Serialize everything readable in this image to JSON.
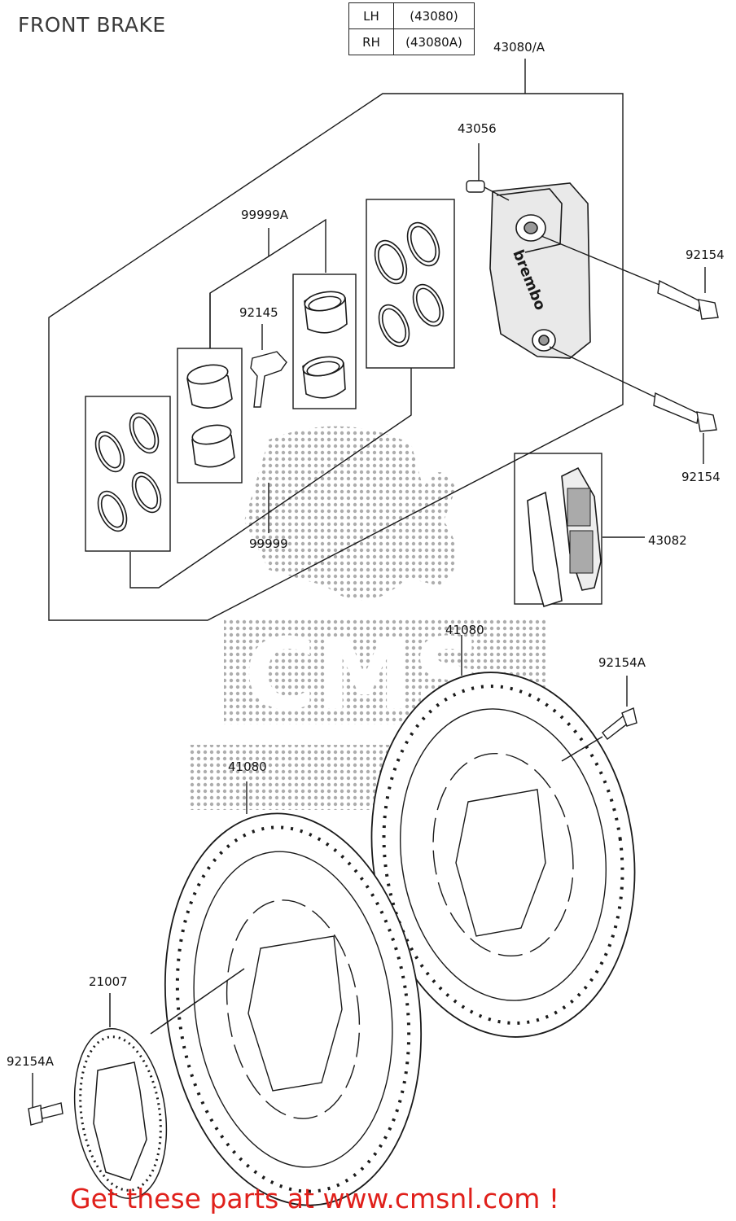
{
  "title": "FRONT BRAKE",
  "side_table": [
    {
      "side": "LH",
      "code": "(43080)"
    },
    {
      "side": "RH",
      "code": "(43080A)"
    }
  ],
  "labels": {
    "caliper_assy": "43080/A",
    "bleeder": "43056",
    "bolt_upper": "92154",
    "bolt_lower": "92154",
    "seal_kit_a": "99999A",
    "pad_spring": "92145",
    "seal_kit": "99999",
    "pads": "43082",
    "disc_rear": "41080",
    "disc_front": "41080",
    "disc_bolt_right": "92154A",
    "sensor_rotor": "21007",
    "disc_bolt_left": "92154A"
  },
  "caliper_brand": "brembo",
  "watermark_text": "CMS",
  "footer": "Get these parts at www.cmsnl.com !",
  "colors": {
    "line": "#1a1a1a",
    "cta": "#e0201b",
    "watermark": "#8a8a8a"
  }
}
